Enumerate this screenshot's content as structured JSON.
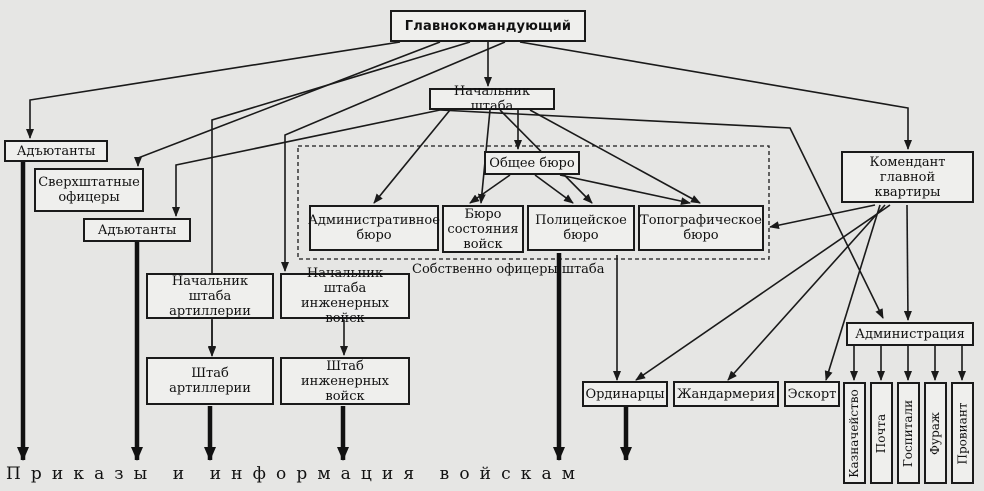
{
  "diagram": {
    "nodes": {
      "commander": "Главнокомандующий",
      "chief_of_staff": "Начальник штаба",
      "adjutants_left": "Адъютанты",
      "supernumerary": "Сверхштатные\nофицеры",
      "adjutants_2": "Адъютанты",
      "general_bureau": "Общее бюро",
      "admin_bureau": "Административное\nбюро",
      "status_bureau": "Бюро\nсостояния\nвойск",
      "police_bureau": "Полицейское\nбюро",
      "topo_bureau": "Топографическое\nбюро",
      "commandant": "Комендант\nглавной квартиры",
      "artillery_chief": "Начальник\nштаба артиллерии",
      "engineer_chief": "Начальник штаба\nинженерных войск",
      "artillery_staff": "Штаб артиллерии",
      "engineer_staff": "Штаб инженерных\nвойск",
      "orderlies": "Ординарцы",
      "gendarmerie": "Жандармерия",
      "escort": "Эскорт",
      "administration": "Администрация",
      "treasury": "Казначейство",
      "post": "Почта",
      "hospitals": "Госпитали",
      "forage": "Фураж",
      "provisions": "Провиант"
    },
    "group_label": "Собственно офицеры штаба",
    "footer": "Приказы и информация войскам"
  }
}
